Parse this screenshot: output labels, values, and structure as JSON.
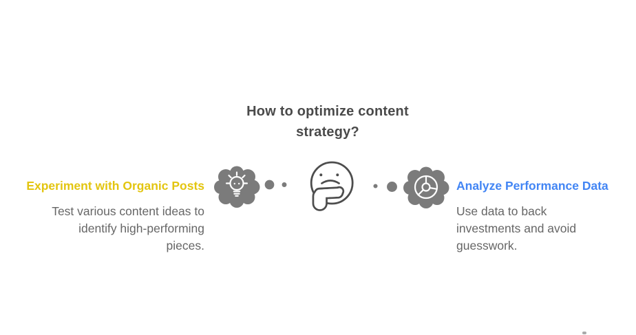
{
  "title": {
    "lines": [
      "How to optimize content",
      "strategy?"
    ]
  },
  "left_item": {
    "heading": "Experiment with Organic Posts",
    "body_lines": [
      "Test various content ideas to",
      "identify high-performing",
      "pieces."
    ],
    "accent_color": "#E3C510",
    "icon": "lightbulb-in-thought-cloud"
  },
  "right_item": {
    "heading": "Analyze Performance Data",
    "body_lines": [
      "Use data to back",
      "investments and avoid",
      "guesswork."
    ],
    "accent_color": "#4285F4",
    "icon": "pie-chart-in-thought-cloud"
  },
  "center": {
    "icon": "thinking-face"
  },
  "colors": {
    "background": "#FFFFFF",
    "title_text": "#4A4A4A",
    "body_text": "#666666",
    "cloud_gray": "#7B7B7B",
    "outline_gray": "#4D4D4D",
    "glyph_white": "#FFFFFF",
    "yellow_accent": "#E3C510",
    "blue_accent": "#4285F4"
  }
}
